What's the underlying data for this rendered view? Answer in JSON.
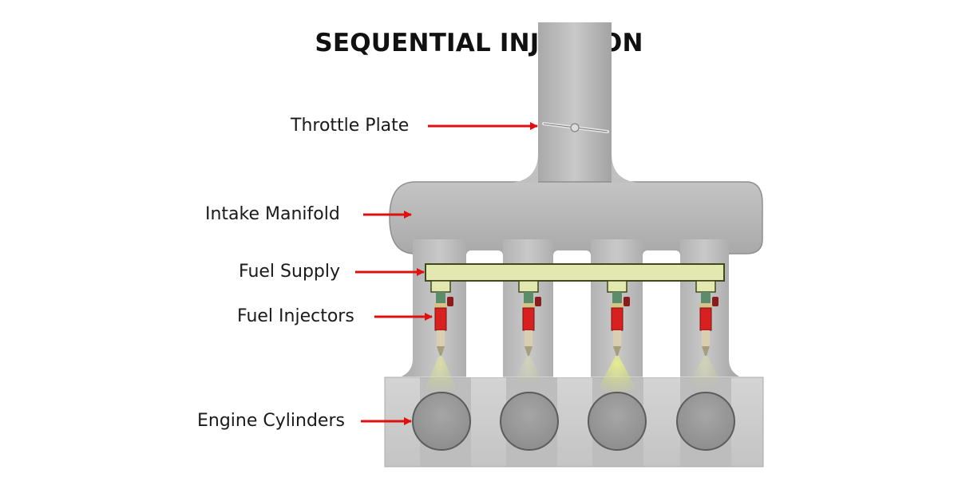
{
  "diagram": {
    "title": "SEQUENTIAL INJECTION",
    "labels": {
      "throttle_plate": "Throttle Plate",
      "intake_manifold": "Intake Manifold",
      "fuel_supply": "Fuel Supply",
      "fuel_injectors": "Fuel Injectors",
      "engine_cylinders": "Engine Cylinders"
    },
    "cylinder_count": 4,
    "colors": {
      "arrow": "#e01010",
      "manifold_metal": "#b4b4b4",
      "engine_block": "#d0d0d0",
      "fuel_rail": "#e3e8b0",
      "injector_body": "#d92020",
      "fuel_spray": "#d6e27a"
    }
  }
}
